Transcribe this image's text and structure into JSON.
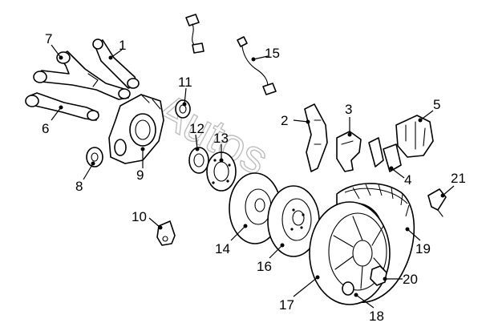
{
  "diagram": {
    "labels": [
      {
        "id": "1",
        "text": "1"
      },
      {
        "id": "2",
        "text": "2"
      },
      {
        "id": "3",
        "text": "3"
      },
      {
        "id": "4",
        "text": "4"
      },
      {
        "id": "5",
        "text": "5"
      },
      {
        "id": "6",
        "text": "6"
      },
      {
        "id": "7",
        "text": "7"
      },
      {
        "id": "8",
        "text": "8"
      },
      {
        "id": "9",
        "text": "9"
      },
      {
        "id": "10",
        "text": "10"
      },
      {
        "id": "11",
        "text": "11"
      },
      {
        "id": "12",
        "text": "12"
      },
      {
        "id": "13",
        "text": "13"
      },
      {
        "id": "14",
        "text": "14"
      },
      {
        "id": "15",
        "text": "15"
      },
      {
        "id": "16",
        "text": "16"
      },
      {
        "id": "17",
        "text": "17"
      },
      {
        "id": "18",
        "text": "18"
      },
      {
        "id": "19",
        "text": "19"
      },
      {
        "id": "20",
        "text": "20"
      },
      {
        "id": "21",
        "text": "21"
      }
    ],
    "watermark": "Autos"
  },
  "colors": {
    "line": "#000000",
    "background": "#ffffff",
    "watermark": "#888888"
  }
}
